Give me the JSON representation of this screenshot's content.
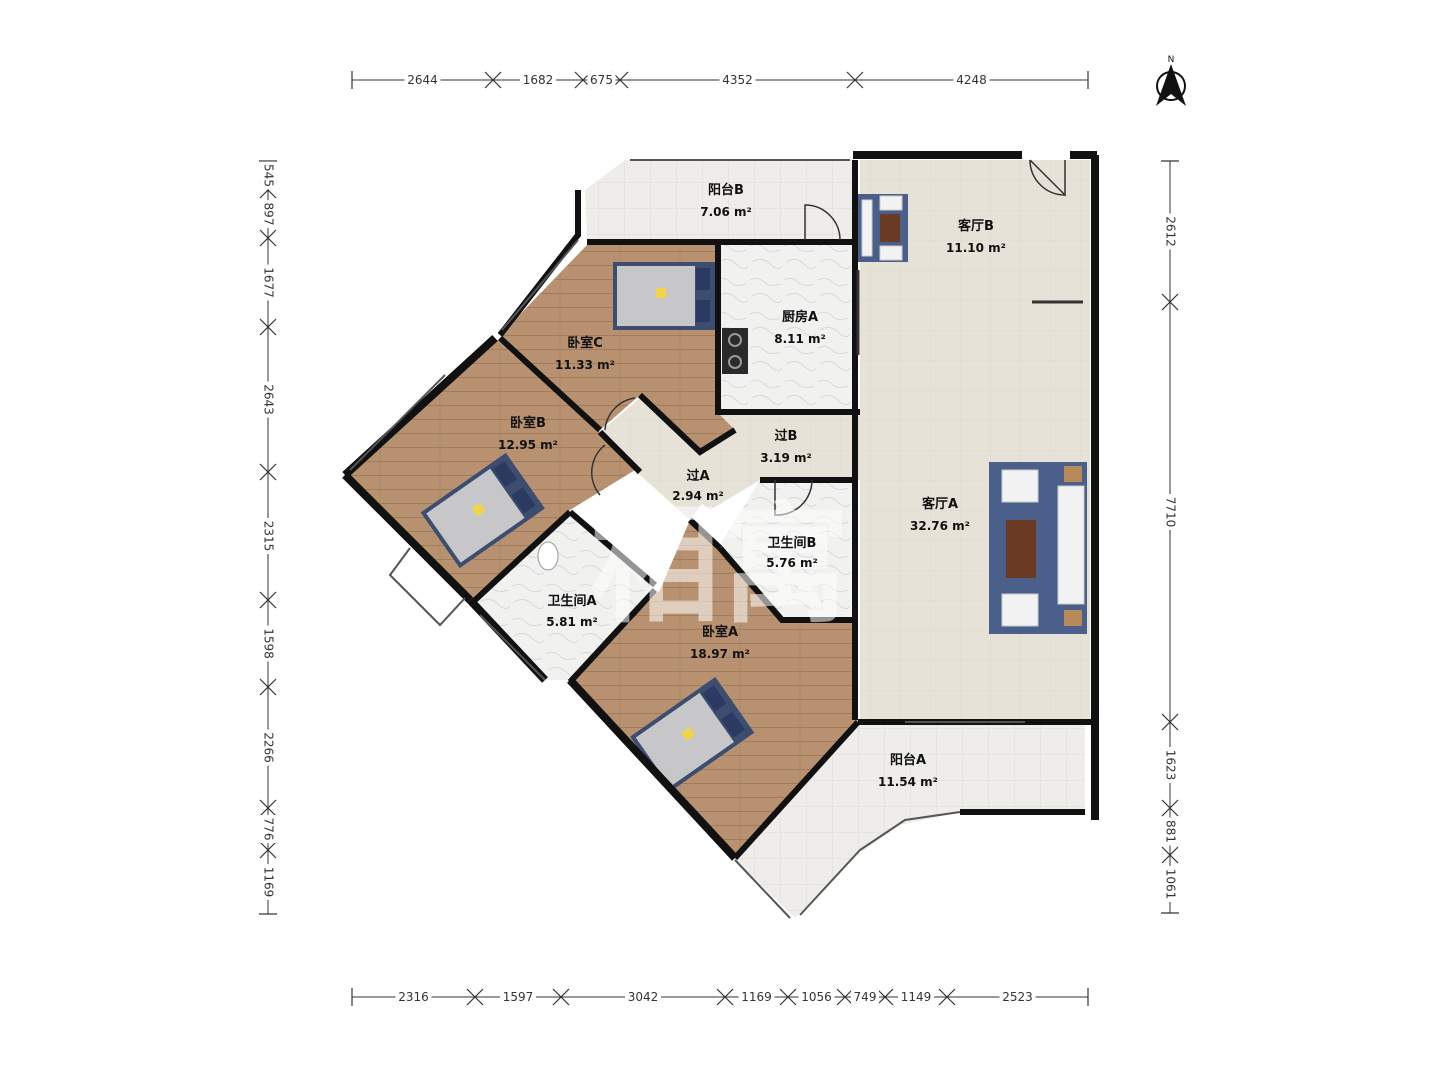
{
  "compass": {
    "label": "N",
    "icon": "north-arrow-icon"
  },
  "watermark": "相寓",
  "dimensions": {
    "top": [
      "2644",
      "1682",
      "675",
      "4352",
      "4248"
    ],
    "bottom": [
      "2316",
      "1597",
      "3042",
      "1169",
      "1056",
      "749",
      "1149",
      "2523"
    ],
    "left": [
      "545",
      "897",
      "1677",
      "2643",
      "2315",
      "1598",
      "2266",
      "776",
      "1169"
    ],
    "right": [
      "2612",
      "7710",
      "1623",
      "881",
      "1061"
    ]
  },
  "rooms": {
    "balcony_b": {
      "name": "阳台B",
      "area": "7.06 m²"
    },
    "living_b": {
      "name": "客厅B",
      "area": "11.10 m²"
    },
    "kitchen_a": {
      "name": "厨房A",
      "area": "8.11 m²"
    },
    "bedroom_c": {
      "name": "卧室C",
      "area": "11.33 m²"
    },
    "bedroom_b": {
      "name": "卧室B",
      "area": "12.95 m²"
    },
    "passage_b": {
      "name": "过B",
      "area": "3.19 m²"
    },
    "passage_a": {
      "name": "过A",
      "area": "2.94 m²"
    },
    "living_a": {
      "name": "客厅A",
      "area": "32.76 m²"
    },
    "bath_b": {
      "name": "卫生间B",
      "area": "5.76 m²"
    },
    "bath_a": {
      "name": "卫生间A",
      "area": "5.81 m²"
    },
    "bedroom_a": {
      "name": "卧室A",
      "area": "18.97 m²"
    },
    "balcony_a": {
      "name": "阳台A",
      "area": "11.54 m²"
    }
  },
  "colors": {
    "wood_floor": "#b89270",
    "tile_floor": "#ecebe6",
    "living_floor": "#e4e0d4",
    "wall": "#111111",
    "rug": "#4a5f8a"
  }
}
